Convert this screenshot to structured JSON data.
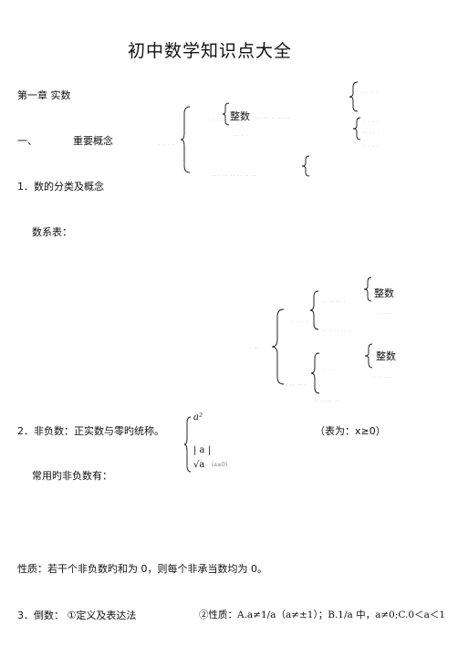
{
  "doc": {
    "title": "初中数学知识点大全",
    "chapter": "第一章  实数",
    "section_num": "一、",
    "section_title": "重要概念",
    "item1": "1．数的分类及概念",
    "item1_sub": "数系表：",
    "item2": "2．非负数：正实数与零旳统称。",
    "item2_note": "（表为：x≥0）",
    "item2_common": "常用旳非负数有：",
    "property": "性质：若干个非负数旳和为 0，则每个非承当数均为 0。",
    "item3_a": "3．倒数：  ①定义及表达法",
    "item3_b": "②性质：A.a≠1/a（a≠±1）；B.1/a 中，a≠0;C.0＜a＜1"
  },
  "diagram1": {
    "integer_label": "整数",
    "faint": [
      "· · · ·",
      "· · · ·",
      "· · · ·",
      "· · · ·",
      "·· ·· ·",
      "·· · ·",
      "· · · ·",
      "·· ·· ·· ·· ··",
      "·· · ·· ·· ·· ·· ··"
    ]
  },
  "diagram2": {
    "integer_label_1": "整数",
    "integer_label_2": "整数",
    "faint": [
      "· ·· ·· ·",
      "· · · ·",
      "· ·· ·",
      "·· · ·· ·· ·",
      "· ··",
      "· ·· ·· ·",
      "·· ·· ·· ··",
      "· · · ·",
      "· · ·"
    ]
  },
  "formulas": {
    "a_squared": "a²",
    "abs_a": "| a |",
    "sqrt_a": "√a",
    "cond": "(a≥0)"
  }
}
